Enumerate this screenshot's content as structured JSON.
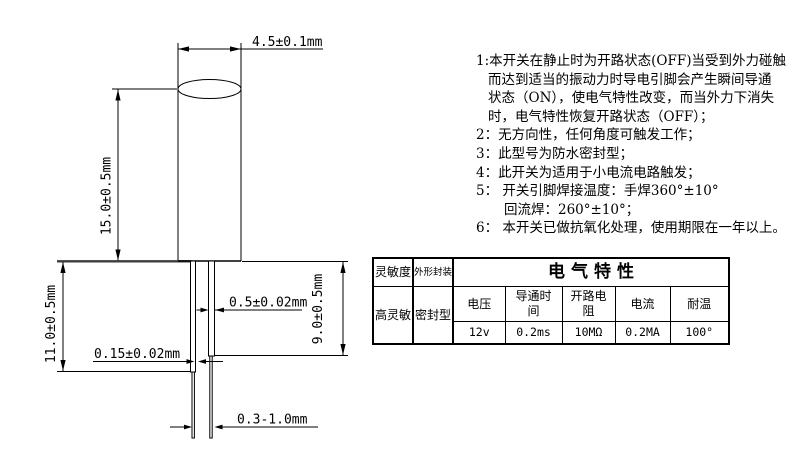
{
  "drawing": {
    "dimensions": {
      "body_diameter": "4.5±0.1mm",
      "body_height": "15.0±0.5mm",
      "lead_long": "11.0±0.5mm",
      "lead_short": "9.0±0.5mm",
      "pin_diameter": "0.5±0.02mm",
      "wire_diameter": "0.15±0.02mm",
      "lead_gap": "0.3-1.0mm"
    }
  },
  "notes": {
    "lines": [
      "1:本开关在静止时为开路状态(OFF)当受到外力碰触",
      "而达到适当的振动力时导电引脚会产生瞬间导通",
      "状态（ON），使电气特性改变，而当外力下消失",
      "时，电气特性恢复开路状态（OFF）；",
      "2：无方向性，任何角度可触发工作；",
      "3：此型号为防水密封型；",
      "4：此开关为适用于小电流电路触发；",
      "5：  开关引脚焊接温度：手焊360°±10°",
      "回流焊：260°±10°；",
      "6：  本开关已做抗氧化处理，使用期限在一年以上。"
    ]
  },
  "spec_table": {
    "header": {
      "sensitivity": "灵敏度",
      "package": "外形封装",
      "electrical": "电气特性"
    },
    "left_values": {
      "sensitivity": "高灵敏",
      "package": "密封型"
    },
    "param_headers": [
      "电压",
      "导通时间",
      "开路电阻",
      "电流",
      "耐温"
    ],
    "param_values": [
      "12v",
      "0.2ms",
      "10MΩ",
      "0.2MA",
      "100°"
    ]
  }
}
